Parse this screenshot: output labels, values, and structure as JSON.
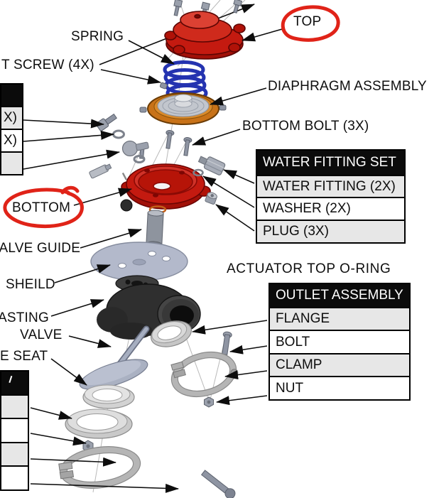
{
  "labels": {
    "spring": "SPRING",
    "screw_4x": "T SCREW (4X)",
    "top": "TOP",
    "diaphragm_assembly": "DIAPHRAGM ASSEMBLY",
    "bottom_bolt_3x": "BOTTOM BOLT (3X)",
    "bottom": "BOTTOM",
    "valve_guide": "VALVE GUIDE",
    "heat_shield": "SHEILD",
    "casting": "ASTING",
    "valve": "VALVE",
    "valve_seat": "E SEAT",
    "actuator_top_o_ring": "ACTUATOR TOP O-RING"
  },
  "tables": {
    "left_upper": {
      "header": "",
      "rows": [
        "X)",
        "X)",
        ""
      ]
    },
    "water_fitting_set": {
      "header": "WATER FITTING SET",
      "rows": [
        "WATER FITTING (2X)",
        "WASHER (2X)",
        "PLUG (3X)"
      ]
    },
    "outlet_assembly": {
      "header": "OUTLET ASSEMBLY",
      "rows": [
        "FLANGE",
        "BOLT",
        "CLAMP",
        "NUT"
      ]
    },
    "left_lower": {
      "header": "",
      "rows": [
        "",
        "",
        "",
        ""
      ]
    }
  },
  "colors": {
    "part_red": "#c41a10",
    "part_red_dark": "#6b0503",
    "spring_blue": "#2433b0",
    "diaphragm_orange": "#c87218",
    "metal_gray": "#b5b9c0",
    "casting_dark": "#2f2f2f",
    "annotation_red": "#e02318",
    "table_header_bg": "#0b0b0b",
    "table_row_alt": "#e7e7e7",
    "arrow_black": "#0d0d0d"
  }
}
